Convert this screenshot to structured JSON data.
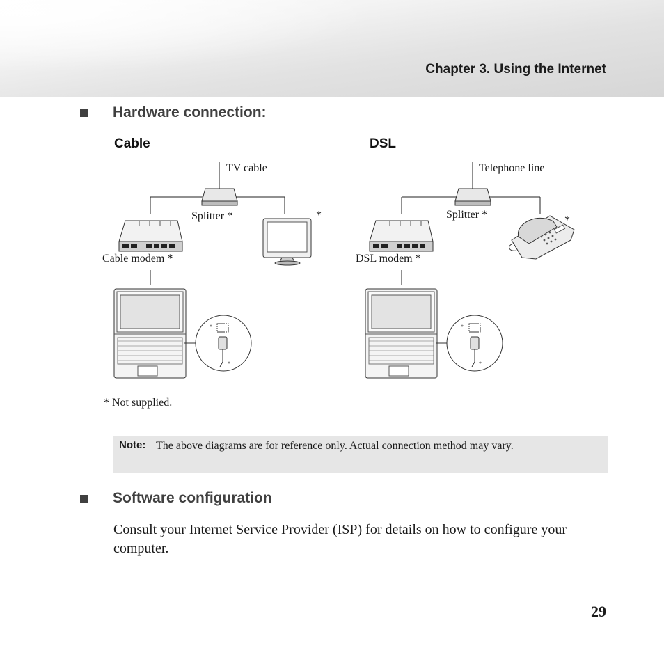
{
  "header": {
    "chapter_title": "Chapter 3. Using the Internet"
  },
  "hardware_section": {
    "heading": "Hardware connection:",
    "cable": {
      "heading": "Cable",
      "tv_cable_label": "TV cable",
      "splitter_label": "Splitter *",
      "monitor_asterisk": "*",
      "modem_label": "Cable modem *"
    },
    "dsl": {
      "heading": "DSL",
      "telephone_line_label": "Telephone line",
      "splitter_label": "Splitter *",
      "phone_asterisk": "*",
      "modem_label": "DSL modem *"
    },
    "footnote": "* Not supplied."
  },
  "note": {
    "label": "Note:",
    "text": "The above diagrams are for reference only. Actual connection method may vary."
  },
  "software_section": {
    "heading": "Software configuration",
    "body": "Consult your Internet Service Provider (ISP) for details on how to configure your computer."
  },
  "page_number": "29",
  "colors": {
    "heading_gray": "#404040",
    "note_background": "#e6e6e6"
  }
}
